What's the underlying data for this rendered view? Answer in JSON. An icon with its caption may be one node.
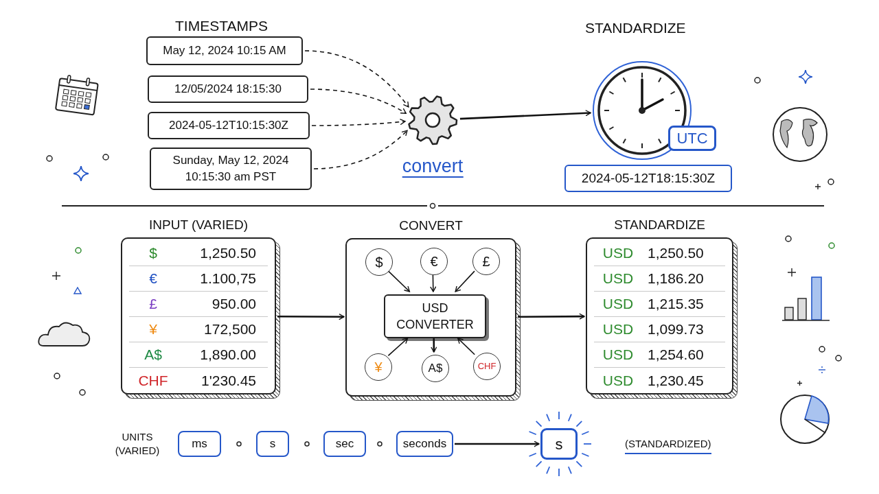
{
  "diagram": {
    "nodes": [
      {
        "text": [
          "May 12, 2024 10:15 AM"
        ]
      },
      {
        "text": [
          "12/05/2024 18:15:30"
        ]
      },
      {
        "text": [
          "2024-05-12T10:15:30Z"
        ]
      },
      {
        "text": [
          "Sunday, May 12, 2024 10:15:30 am PST"
        ]
      },
      {
        "text": [],
        "shape": "picture",
        "beside": [
          "convert"
        ]
      },
      {
        "text": [],
        "shape": "picture"
      },
      {
        "text": [
          "UTC"
        ]
      },
      {
        "text": [
          "2024-05-12T18:15:30Z"
        ]
      },
      {
        "text": [
          "INPUT (VARIED)",
          "$",
          "1,250.50",
          "€",
          "1.100,75",
          "£",
          "950.00",
          "¥",
          "172,500",
          "A$",
          "1,890.00",
          "CHF",
          "1'230.45"
        ]
      },
      {
        "text": [
          "CONVERT"
        ]
      },
      {
        "text": [
          "$"
        ],
        "in": 9
      },
      {
        "text": [
          "€"
        ],
        "in": 9
      },
      {
        "text": [
          "£"
        ],
        "in": 9
      },
      {
        "text": [
          "USD CONVERTER"
        ],
        "in": 9
      },
      {
        "text": [
          "¥"
        ],
        "in": 9
      },
      {
        "text": [
          "A$"
        ],
        "in": 9
      },
      {
        "text": [
          "CHF"
        ],
        "in": 9
      },
      {
        "text": [
          "STANDARDIZE",
          "USD",
          "1,250.50",
          "USD",
          "1,186.20",
          "USD",
          "1,215.35",
          "USD",
          "1,099.73",
          "USD",
          "1,254.60",
          "USD",
          "1,230.45"
        ]
      },
      {
        "text": [
          "ms"
        ]
      },
      {
        "text": [
          "s"
        ]
      },
      {
        "text": [
          "sec"
        ]
      },
      {
        "text": [
          "seconds"
        ]
      },
      {
        "text": [
          "s"
        ]
      }
    ],
    "edges": [
      {
        "from": 0,
        "to": 4,
        "arrow": "to",
        "style": "dashed"
      },
      {
        "from": 1,
        "to": 4,
        "arrow": "to",
        "style": "dashed"
      },
      {
        "from": 2,
        "to": 4,
        "arrow": "to",
        "style": "dashed"
      },
      {
        "from": 3,
        "to": 4,
        "arrow": "to",
        "style": "dashed"
      },
      {
        "from": 4,
        "to": 5,
        "arrow": "to"
      },
      {
        "from": 10,
        "to": 13,
        "arrow": "to"
      },
      {
        "from": 11,
        "to": 13,
        "arrow": "to"
      },
      {
        "from": 12,
        "to": 13,
        "arrow": "to"
      },
      {
        "from": 14,
        "to": 13,
        "arrow": "to"
      },
      {
        "from": 13,
        "to": 15,
        "arrow": "to"
      },
      {
        "from": 16,
        "to": 13,
        "arrow": "to"
      },
      {
        "from": 8,
        "to": 9,
        "arrow": "to"
      },
      {
        "from": 9,
        "to": 17,
        "arrow": "to"
      },
      {
        "from": 21,
        "to": 22,
        "arrow": "to"
      }
    ],
    "labels": [
      "TIMESTAMPS",
      "STANDARDIZE",
      "UNITS (VARIED)",
      "(STANDARDIZED)"
    ]
  }
}
